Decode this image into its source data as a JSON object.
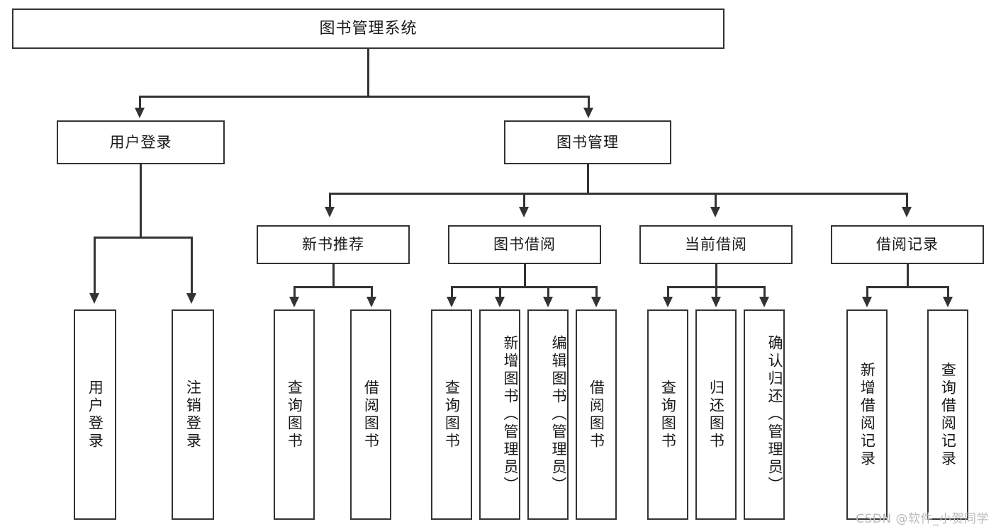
{
  "diagram": {
    "title": "图书管理系统",
    "type": "tree",
    "root": {
      "id": "root",
      "label": "图书管理系统"
    },
    "level2": [
      {
        "id": "user-login",
        "label": "用户登录"
      },
      {
        "id": "book-manage",
        "label": "图书管理"
      }
    ],
    "level3": [
      {
        "id": "new-book-rec",
        "label": "新书推荐",
        "parent": "book-manage"
      },
      {
        "id": "book-borrow",
        "label": "图书借阅",
        "parent": "book-manage"
      },
      {
        "id": "current-borrow",
        "label": "当前借阅",
        "parent": "book-manage"
      },
      {
        "id": "borrow-record",
        "label": "借阅记录",
        "parent": "book-manage"
      }
    ],
    "leaves": {
      "user-login": [
        {
          "id": "leaf-user-login",
          "label": "用户登录"
        },
        {
          "id": "leaf-logout",
          "label": "注销登录"
        }
      ],
      "new-book-rec": [
        {
          "id": "leaf-query-book-1",
          "label": "查询图书"
        },
        {
          "id": "leaf-borrow-book-1",
          "label": "借阅图书"
        }
      ],
      "book-borrow": [
        {
          "id": "leaf-query-book-2",
          "label": "查询图书"
        },
        {
          "id": "leaf-add-book",
          "label": "新增图书（管理员）"
        },
        {
          "id": "leaf-edit-book",
          "label": "编辑图书（管理员）"
        },
        {
          "id": "leaf-borrow-book-2",
          "label": "借阅图书"
        }
      ],
      "current-borrow": [
        {
          "id": "leaf-query-book-3",
          "label": "查询图书"
        },
        {
          "id": "leaf-return-book",
          "label": "归还图书"
        },
        {
          "id": "leaf-confirm-return",
          "label": "确认归还（管理员）"
        }
      ],
      "borrow-record": [
        {
          "id": "leaf-add-record",
          "label": "新增借阅记录"
        },
        {
          "id": "leaf-query-record",
          "label": "查询借阅记录"
        }
      ]
    }
  },
  "watermark": {
    "text": "CSDN @软件_小贺同学"
  },
  "colors": {
    "stroke": "#333333",
    "background": "#ffffff",
    "text": "#1a1a1a",
    "watermark": "#b9b9b9"
  }
}
